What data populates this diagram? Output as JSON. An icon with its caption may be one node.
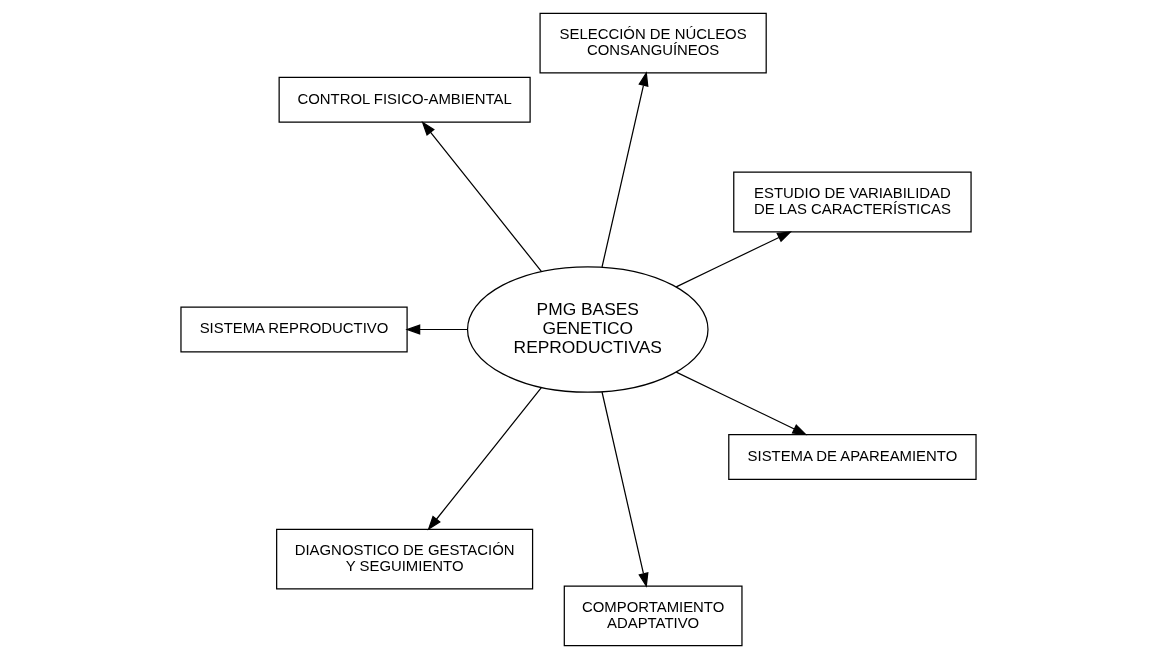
{
  "diagram": {
    "nodes": [
      {
        "text": [
          "PMG BASES GENETICO REPRODUCTIVAS"
        ]
      },
      {
        "text": [
          "ESTUDIO DE VARIABILIDAD DE LAS CARACTERÍSTICAS"
        ]
      },
      {
        "text": [
          "SELECCIÓN DE NÚCLEOS CONSANGUÍNEOS"
        ]
      },
      {
        "text": [
          "CONTROL FISICO-AMBIENTAL"
        ]
      },
      {
        "text": [
          "SISTEMA REPRODUCTIVO"
        ]
      },
      {
        "text": [
          "DIAGNOSTICO DE GESTACIÓN Y SEGUIMIENTO"
        ]
      },
      {
        "text": [
          "COMPORTAMIENTO ADAPTATIVO"
        ]
      },
      {
        "text": [
          "SISTEMA DE APAREAMIENTO"
        ]
      }
    ],
    "edges": [
      {
        "from": 0,
        "to": 1,
        "arrow": "to"
      },
      {
        "from": 0,
        "to": 2,
        "arrow": "to"
      },
      {
        "from": 0,
        "to": 3,
        "arrow": "to"
      },
      {
        "from": 0,
        "to": 4,
        "arrow": "to"
      },
      {
        "from": 0,
        "to": 5,
        "arrow": "to"
      },
      {
        "from": 0,
        "to": 6,
        "arrow": "to"
      },
      {
        "from": 0,
        "to": 7,
        "arrow": "to"
      }
    ]
  }
}
